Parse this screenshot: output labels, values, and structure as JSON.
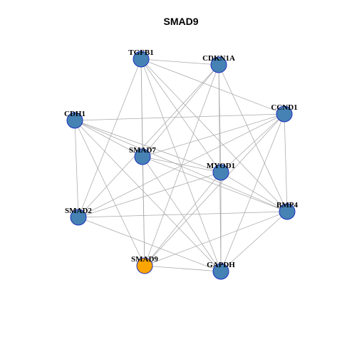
{
  "title": "SMAD9",
  "colors": {
    "node_default": "#4682b4",
    "node_highlight": "#ffa500",
    "node_border": "#1a2fbf",
    "edge": "#a9a9a9"
  },
  "nodes": [
    {
      "id": "TGFB1",
      "label": "TGFB1",
      "highlight": false
    },
    {
      "id": "CDKN1A",
      "label": "CDKN1A",
      "highlight": false
    },
    {
      "id": "CCND1",
      "label": "CCND1",
      "highlight": false
    },
    {
      "id": "CDH1",
      "label": "CDH1",
      "highlight": false
    },
    {
      "id": "SMAD7",
      "label": "SMAD7",
      "highlight": false
    },
    {
      "id": "MYOD1",
      "label": "MYOD1",
      "highlight": false
    },
    {
      "id": "SMAD2",
      "label": "SMAD2",
      "highlight": false
    },
    {
      "id": "BMP4",
      "label": "BMP4",
      "highlight": false
    },
    {
      "id": "SMAD9",
      "label": "SMAD9",
      "highlight": true
    },
    {
      "id": "GAPDH",
      "label": "GAPDH",
      "highlight": false
    }
  ],
  "edges": [
    [
      "TGFB1",
      "CDKN1A"
    ],
    [
      "TGFB1",
      "CCND1"
    ],
    [
      "TGFB1",
      "SMAD7"
    ],
    [
      "TGFB1",
      "MYOD1"
    ],
    [
      "TGFB1",
      "SMAD2"
    ],
    [
      "TGFB1",
      "BMP4"
    ],
    [
      "TGFB1",
      "SMAD9"
    ],
    [
      "TGFB1",
      "GAPDH"
    ],
    [
      "CDKN1A",
      "SMAD7"
    ],
    [
      "CDKN1A",
      "MYOD1"
    ],
    [
      "CDKN1A",
      "SMAD2"
    ],
    [
      "CDKN1A",
      "BMP4"
    ],
    [
      "CDKN1A",
      "GAPDH"
    ],
    [
      "CDKN1A",
      "SMAD9"
    ],
    [
      "CCND1",
      "CDH1"
    ],
    [
      "CCND1",
      "SMAD7"
    ],
    [
      "CCND1",
      "MYOD1"
    ],
    [
      "CCND1",
      "SMAD2"
    ],
    [
      "CCND1",
      "BMP4"
    ],
    [
      "CCND1",
      "SMAD9"
    ],
    [
      "CCND1",
      "GAPDH"
    ],
    [
      "CDH1",
      "SMAD7"
    ],
    [
      "CDH1",
      "MYOD1"
    ],
    [
      "CDH1",
      "SMAD2"
    ],
    [
      "CDH1",
      "BMP4"
    ],
    [
      "CDH1",
      "SMAD9"
    ],
    [
      "CDH1",
      "GAPDH"
    ],
    [
      "SMAD7",
      "MYOD1"
    ],
    [
      "SMAD7",
      "BMP4"
    ],
    [
      "SMAD7",
      "SMAD9"
    ],
    [
      "SMAD7",
      "GAPDH"
    ],
    [
      "MYOD1",
      "SMAD2"
    ],
    [
      "MYOD1",
      "BMP4"
    ],
    [
      "MYOD1",
      "SMAD9"
    ],
    [
      "MYOD1",
      "GAPDH"
    ],
    [
      "SMAD2",
      "BMP4"
    ],
    [
      "SMAD2",
      "GAPDH"
    ],
    [
      "BMP4",
      "SMAD9"
    ],
    [
      "BMP4",
      "GAPDH"
    ],
    [
      "SMAD9",
      "GAPDH"
    ]
  ]
}
